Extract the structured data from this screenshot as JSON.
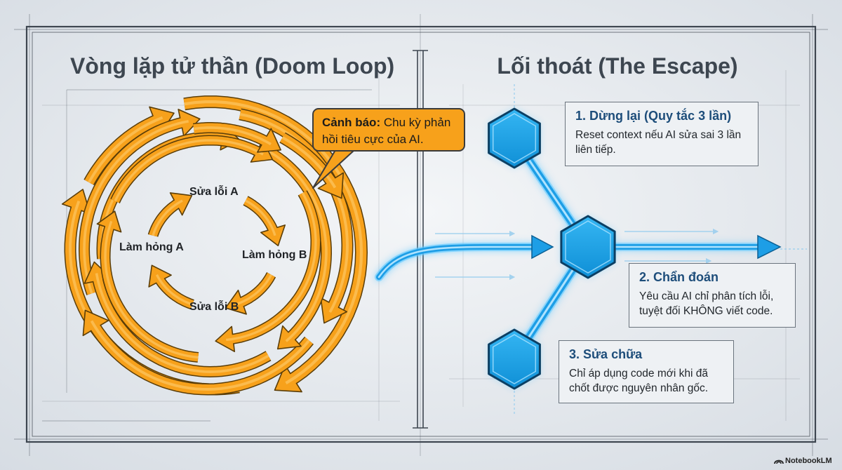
{
  "left_panel": {
    "title": "Vòng lặp tử thần (Doom Loop)",
    "loop_labels": [
      "Sửa lỗi A",
      "Làm hỏng B",
      "Sửa lỗi B",
      "Làm hỏng A"
    ],
    "callout": {
      "label": "Cảnh báo:",
      "text": "Chu kỳ phản hồi tiêu cực của AI."
    }
  },
  "right_panel": {
    "title": "Lối thoát (The Escape)",
    "steps": [
      {
        "title": "1. Dừng lại (Quy tắc 3 lần)",
        "description": "Reset context nếu AI sửa sai 3 lần liên tiếp."
      },
      {
        "title": "2. Chẩn đoán",
        "description": "Yêu cầu AI chỉ phân tích lỗi, tuyệt đối KHÔNG viết code."
      },
      {
        "title": "3. Sửa chữa",
        "description": "Chỉ áp dụng code mới khi đã chốt được nguyên nhân gốc."
      }
    ]
  },
  "branding": {
    "logo_text": "NotebookLM"
  },
  "colors": {
    "loop_orange": "#f7a11b",
    "loop_outline": "#5a3d08",
    "hex_blue": "#1aa3e8",
    "glow_blue": "#5ec8ff",
    "title_gray": "#3d4650",
    "step_title_blue": "#1d4d7a"
  },
  "icons": [
    "notebooklm-logo-icon",
    "hexagon-node-icon",
    "arrow-icon"
  ]
}
